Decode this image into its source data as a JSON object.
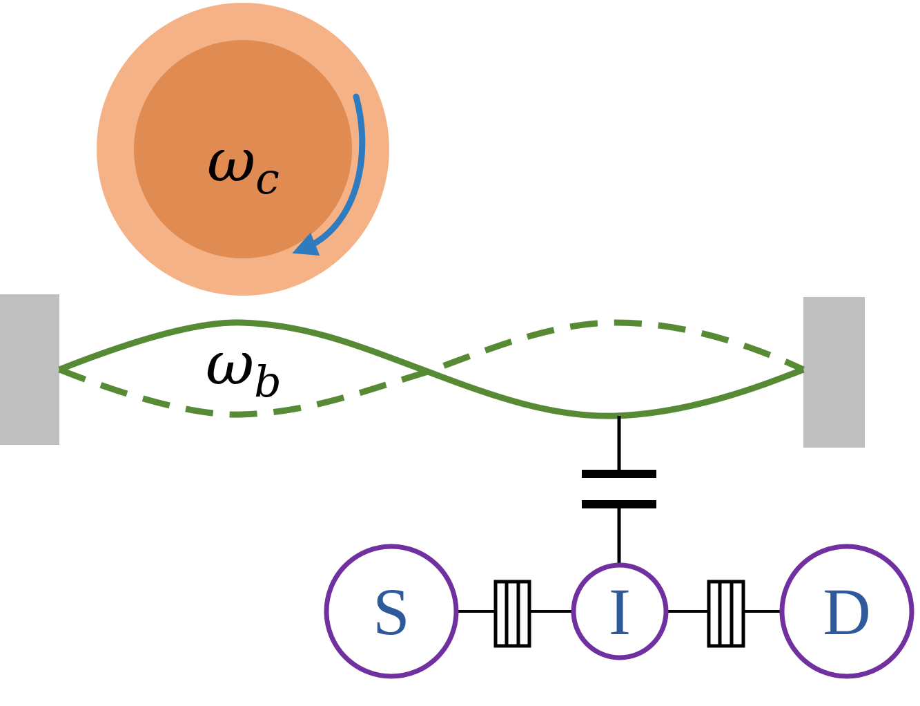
{
  "cavity": {
    "symbol": "ω",
    "subscript": "c",
    "outer_color": "#f4b286",
    "inner_color": "#e08b52",
    "arrow_color": "#2f7bbf"
  },
  "beam": {
    "symbol": "ω",
    "subscript": "b",
    "color": "#568a35",
    "clamp_color": "#c0bfbf"
  },
  "circuit": {
    "nodes": [
      {
        "id": "S",
        "label": "S"
      },
      {
        "id": "I",
        "label": "I"
      },
      {
        "id": "D",
        "label": "D"
      }
    ],
    "node_stroke_color": "#7030a0",
    "label_color": "#2e5a9c",
    "wire_color": "#000000"
  }
}
